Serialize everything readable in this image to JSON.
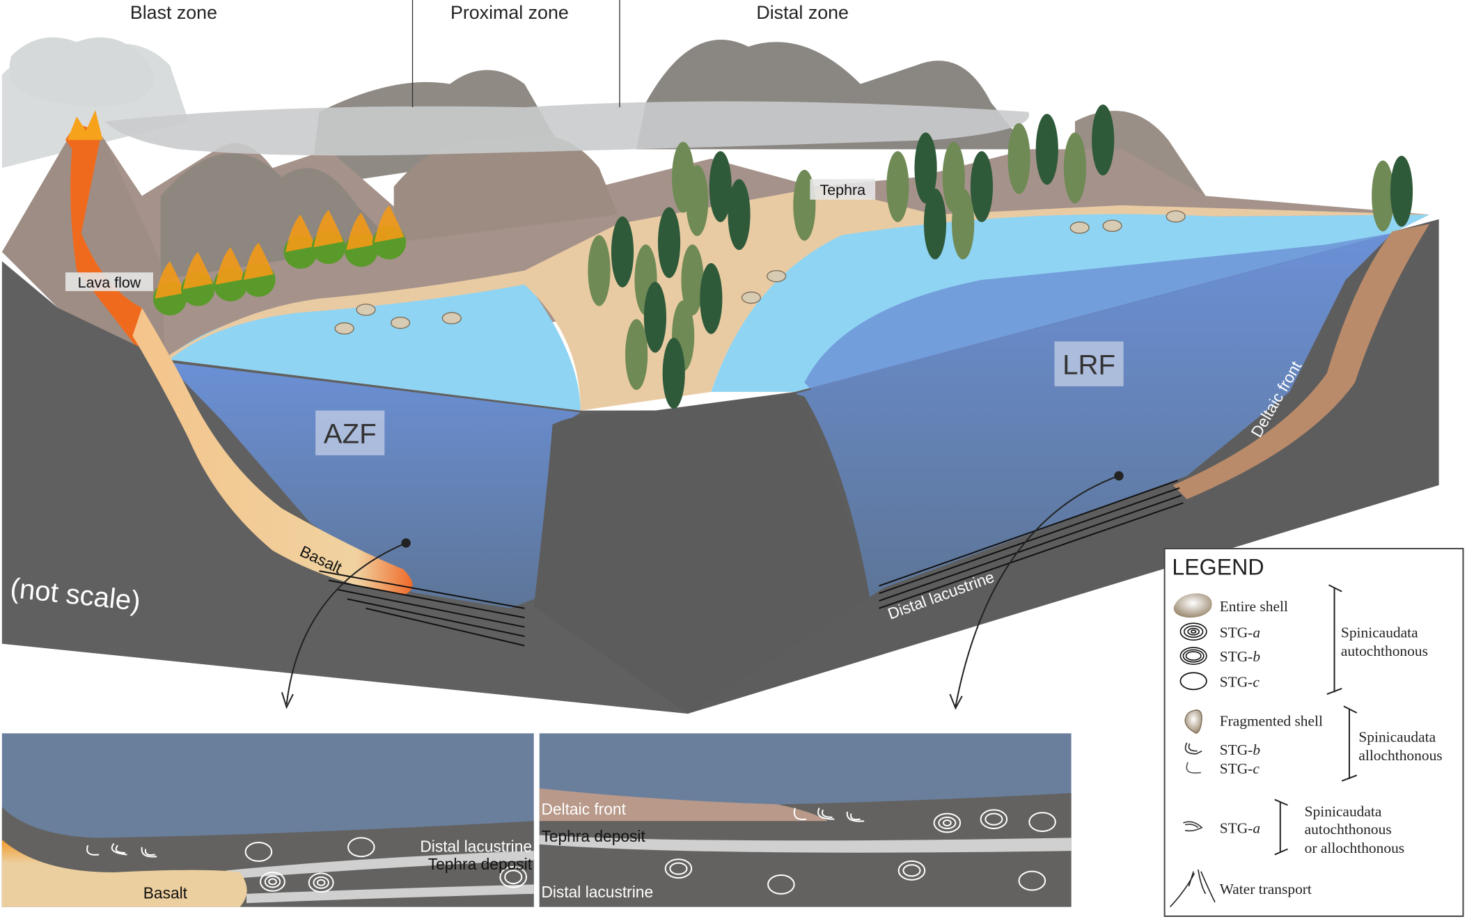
{
  "zones": [
    "Blast zone",
    "Proximal zone",
    "Distal zone"
  ],
  "labels": {
    "lava_flow": "Lava flow",
    "tephra": "Tephra",
    "azf": "AZF",
    "lrf": "LRF",
    "deltaic_front": "Deltaic front",
    "basalt": "Basalt",
    "distal_lacustrine": "Distal lacustrine",
    "not_scale": "(not scale)"
  },
  "insets": {
    "left": {
      "distal_lacustrine": "Distal lacustrine",
      "tephra_deposit": "Tephra deposit",
      "basalt": "Basalt"
    },
    "right": {
      "deltaic_front": "Deltaic front",
      "tephra_deposit": "Tephra deposit",
      "distal_lacustrine": "Distal lacustrine"
    }
  },
  "legend": {
    "title": "LEGEND",
    "items": [
      {
        "icon": "entire-shell",
        "text": "Entire shell"
      },
      {
        "icon": "stg-a",
        "prefix": "STG-",
        "suffix": "a"
      },
      {
        "icon": "stg-b",
        "prefix": "STG-",
        "suffix": "b"
      },
      {
        "icon": "stg-c",
        "prefix": "STG-",
        "suffix": "c"
      },
      {
        "icon": "fragmented-shell",
        "text": "Fragmented shell"
      },
      {
        "icon": "stg-b-fragment",
        "prefix": "STG-",
        "suffix": "b"
      },
      {
        "icon": "stg-c-fragment",
        "prefix": "STG-",
        "suffix": "c"
      },
      {
        "icon": "stg-a-fragment",
        "prefix": "STG-",
        "suffix": "a"
      },
      {
        "icon": "water-transport",
        "text": "Water transport"
      }
    ],
    "groups": [
      {
        "line1": "Spinicaudata",
        "line2": "autochthonous"
      },
      {
        "line1": "Spinicaudata",
        "line2": "allochthonous"
      },
      {
        "line1": "Spinicaudata",
        "line2": "autochthonous",
        "line3": "or allochthonous"
      }
    ]
  },
  "colors": {
    "deep_water": "#5f7a9e",
    "shallow_water": "#8fd4f2",
    "rock": "#606060",
    "sand": "#e9cba3",
    "lava": "#f08a1c",
    "deltaic": "#b98b6a"
  }
}
